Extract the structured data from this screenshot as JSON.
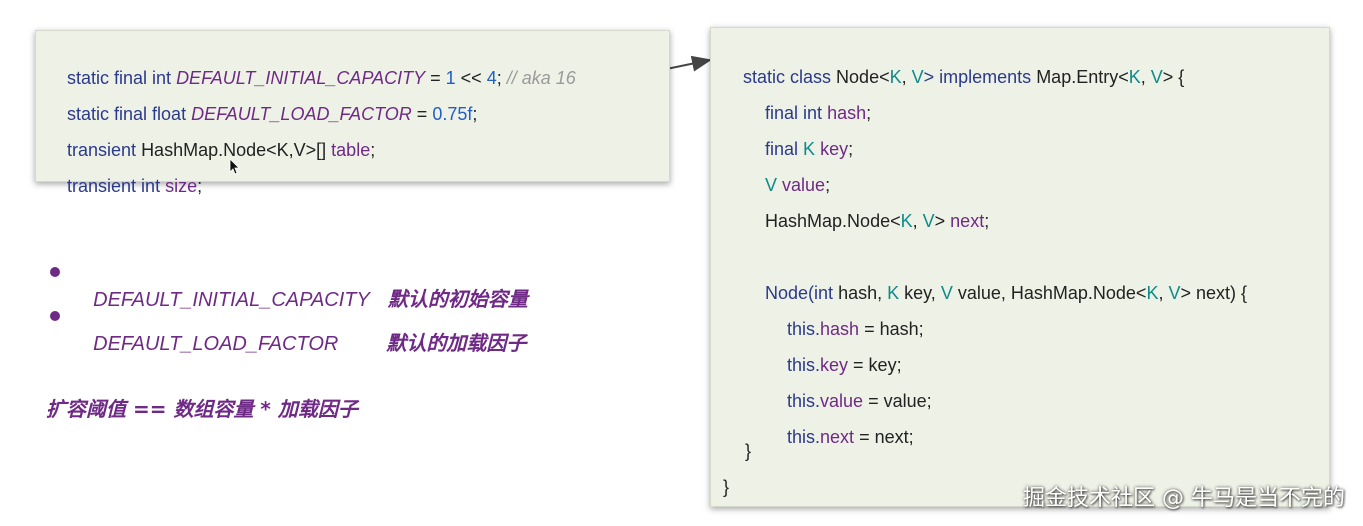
{
  "left_code": {
    "l1_kw": "static final int ",
    "l1_const": "DEFAULT_INITIAL_CAPACITY",
    "l1_eq": " = ",
    "l1_num1": "1",
    "l1_shift": " << ",
    "l1_num2": "4",
    "l1_semi": "; ",
    "l1_cmt": "// aka 16",
    "l2_kw": "static final float ",
    "l2_const": "DEFAULT_LOAD_FACTOR",
    "l2_eq": " = ",
    "l2_num": "0.75f",
    "l2_semi": ";",
    "l3_kw": "transient ",
    "l3_type": "HashMap.Node<K,V>[] ",
    "l3_field": "table",
    "l3_semi": ";",
    "l4_kw": "transient int ",
    "l4_field": "size",
    "l4_semi": ";"
  },
  "right_code": {
    "r1_kw": "static class ",
    "r1_name": "Node<",
    "r1_k": "K",
    "r1_comma": ", ",
    "r1_v": "V",
    "r1_impl": "> implements ",
    "r1_entry": "Map.Entry<",
    "r1_k2": "K",
    "r1_comma2": ", ",
    "r1_v2": "V",
    "r1_end": "> {",
    "r2_kw": "final int ",
    "r2_field": "hash",
    "r2_semi": ";",
    "r3_kw": "final ",
    "r3_type": "K ",
    "r3_field": "key",
    "r3_semi": ";",
    "r4_type": "V ",
    "r4_field": "value",
    "r4_semi": ";",
    "r5_type": "HashMap.Node<",
    "r5_k": "K",
    "r5_comma": ", ",
    "r5_v": "V",
    "r5_close": "> ",
    "r5_field": "next",
    "r5_semi": ";",
    "r6_name": "Node(",
    "r6_kw": "int ",
    "r6_p1": "hash, ",
    "r6_k": "K",
    "r6_p2": " key, ",
    "r6_v": "V",
    "r6_p3": " value, HashMap.Node<",
    "r6_k2": "K",
    "r6_comma": ", ",
    "r6_v2": "V",
    "r6_end": "> next) {",
    "r7_this": "this.",
    "r7_field": "hash",
    "r7_rest": " = hash;",
    "r8_this": "this.",
    "r8_field": "key",
    "r8_rest": " = key;",
    "r9_this": "this.",
    "r9_field": "value",
    "r9_rest": " = value;",
    "r10_this": "this.",
    "r10_field": "next",
    "r10_rest": " = next;",
    "r11": "}",
    "r12": "}"
  },
  "bullets": [
    {
      "name": "DEFAULT_INITIAL_CAPACITY",
      "desc": "默认的初始容量"
    },
    {
      "name": "DEFAULT_LOAD_FACTOR",
      "desc": "默认的加载因子"
    }
  ],
  "formula": "扩容阈值 == 数组容量 * 加载因子",
  "watermark": "掘金技术社区 @ 牛马是当不完的",
  "colors": {
    "keyword": "#2b3a8a",
    "constant": "#6f2a86",
    "number": "#1f5fc7",
    "comment": "#9a9a9a",
    "type_param": "#0f8a8a",
    "box_bg": "#eef1e6"
  }
}
